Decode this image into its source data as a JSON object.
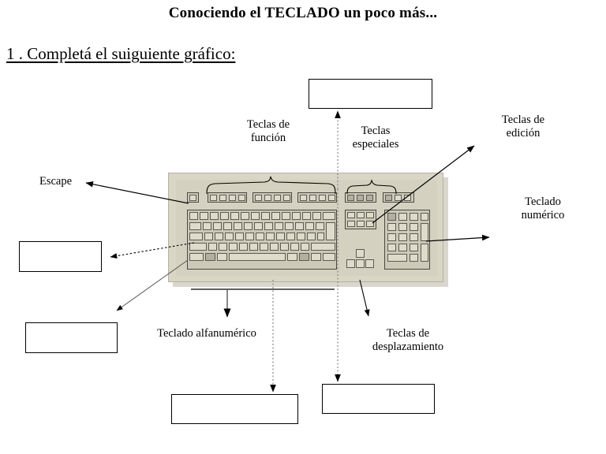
{
  "document": {
    "title": "Conociendo el TECLADO un poco más...",
    "instruction": "1 . Completá el suiguiente gráfico:"
  },
  "diagram": {
    "subject": "keyboard",
    "labels": [
      {
        "id": "teclas-de-funcion",
        "text": "Teclas de\nfunción"
      },
      {
        "id": "teclas-especiales",
        "text": "Teclas\nespeciales"
      },
      {
        "id": "teclas-de-edicion",
        "text": "Teclas de\nedición"
      },
      {
        "id": "teclado-numerico",
        "text": "Teclado\nnumérico"
      },
      {
        "id": "escape",
        "text": "Escape"
      },
      {
        "id": "teclado-alfanumerico",
        "text": "Teclado alfanumérico"
      },
      {
        "id": "teclas-de-desplazamiento",
        "text": "Teclas de\ndesplazamiento"
      }
    ],
    "answer_boxes": [
      {
        "id": "box-top",
        "value": ""
      },
      {
        "id": "box-left-mid",
        "value": ""
      },
      {
        "id": "box-left-low",
        "value": ""
      },
      {
        "id": "box-bottom-left",
        "value": ""
      },
      {
        "id": "box-bottom-right",
        "value": ""
      }
    ],
    "colors": {
      "ink": "#000000",
      "page": "#ffffff",
      "keyboard_body": "#d9d6c6",
      "keycap": "#dedbca",
      "keycap_dark": "#b3b0a0"
    }
  }
}
